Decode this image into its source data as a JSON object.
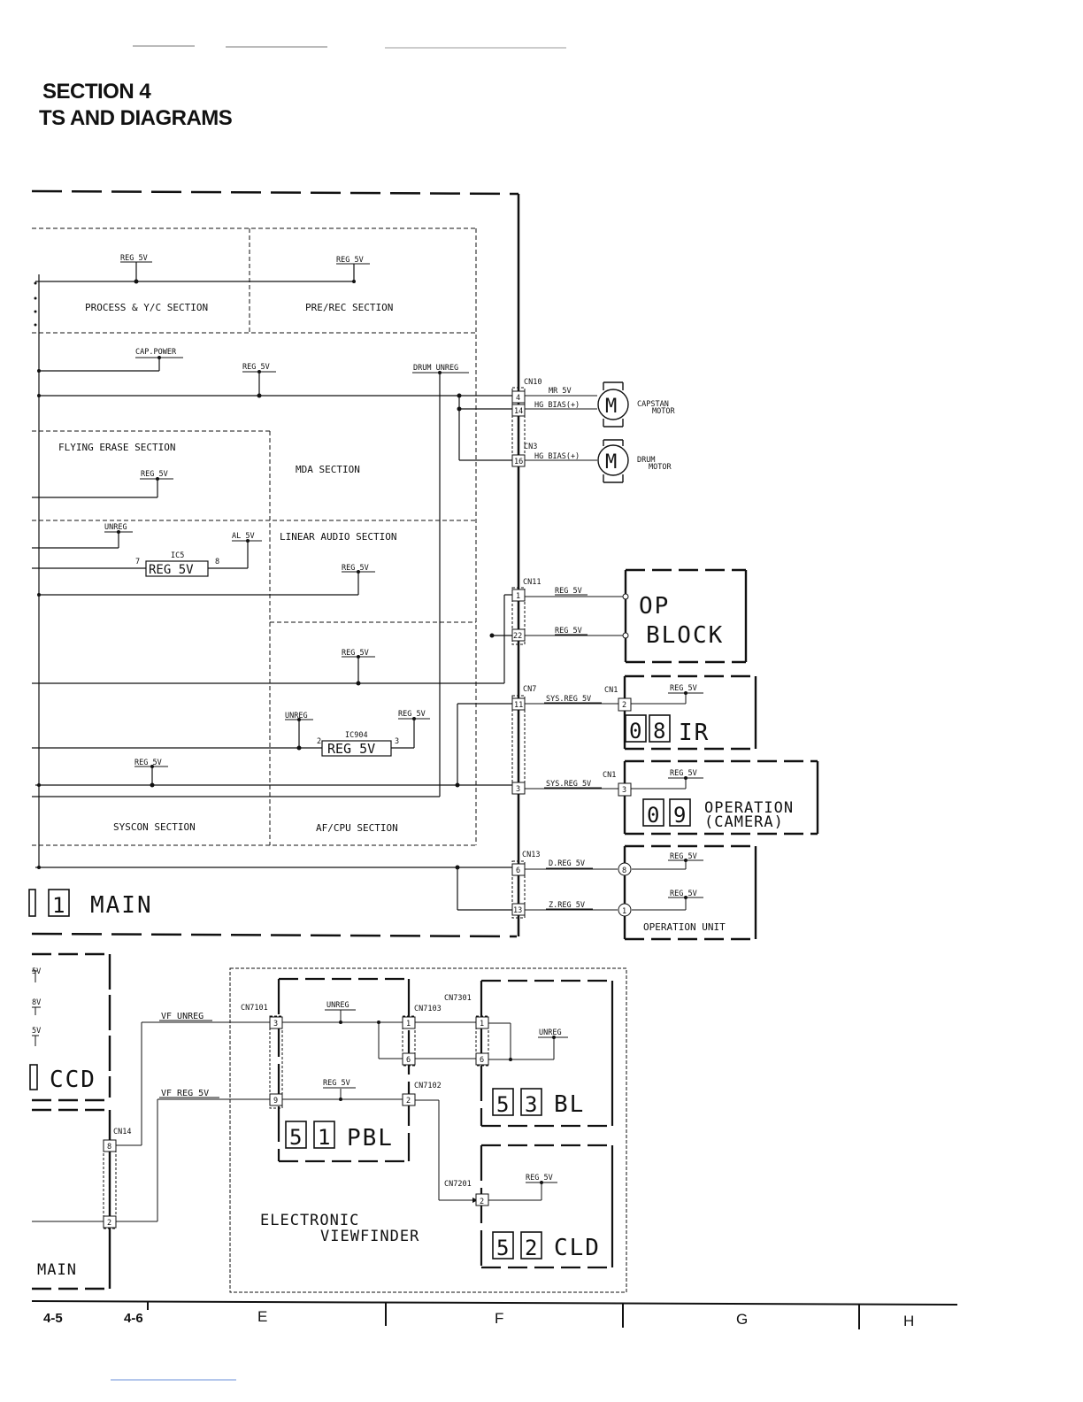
{
  "header": {
    "line1": "SECTION 4",
    "line2": "TS AND DIAGRAMS"
  },
  "sections": {
    "process": "PROCESS & Y/C SECTION",
    "prerec": "PRE/REC SECTION",
    "flying": "FLYING ERASE SECTION",
    "mda": "MDA SECTION",
    "linear": "LINEAR AUDIO SECTION",
    "syscon": "SYSCON SECTION",
    "afcpu": "AF/CPU SECTION"
  },
  "nets": {
    "reg5v": "REG 5V",
    "cap_power": "CAP.POWER",
    "drum_unreg": "DRUM UNREG",
    "unreg": "UNREG",
    "al5v": "AL 5V",
    "mr5v": "MR 5V",
    "hg_bias": "HG BIAS(+)",
    "sys_reg5v": "SYS.REG 5V",
    "d_reg5v": "D.REG 5V",
    "z_reg5v": "Z.REG 5V",
    "vf_unreg": "VF UNREG",
    "vf_reg5v": "VF REG 5V"
  },
  "ics": {
    "ic5": "IC5",
    "ic904": "IC904",
    "reg_box": "REG 5V"
  },
  "connectors": {
    "cn10": "CN10",
    "cn3": "CN3",
    "cn11": "CN11",
    "cn7": "CN7",
    "cn1": "CN1",
    "cn13": "CN13",
    "cn14": "CN14",
    "cn7101": "CN7101",
    "cn7103": "CN7103",
    "cn7301": "CN7301",
    "cn7102": "CN7102",
    "cn7201": "CN7201"
  },
  "pins": {
    "p4": "4",
    "p14": "14",
    "p16": "16",
    "p1": "1",
    "p22": "22",
    "p11": "11",
    "p3": "3",
    "p2": "2",
    "p6": "6",
    "p13": "13",
    "p8": "8",
    "p7": "7",
    "p9": "9"
  },
  "motors": {
    "m": "M",
    "capstan1": "CAPSTAN",
    "capstan2": "MOTOR",
    "drum1": "DRUM",
    "drum2": "MOTOR"
  },
  "blocks": {
    "op1": "OP",
    "op2": "BLOCK",
    "ir_n1": "0",
    "ir_n2": "8",
    "ir": "IR",
    "oper_n1": "0",
    "oper_n2": "9",
    "oper1": "OPERATION",
    "oper2": "(CAMERA)",
    "opunit": "OPERATION UNIT",
    "main_n": "1",
    "main": "MAIN",
    "ccd": "CCD",
    "main2": "MAIN",
    "pbl_n1": "5",
    "pbl_n2": "1",
    "pbl": "PBL",
    "bl_n1": "5",
    "bl_n2": "3",
    "bl": "BL",
    "cld_n1": "5",
    "cld_n2": "2",
    "cld": "CLD",
    "evf1": "ELECTRONIC",
    "evf2": "VIEWFINDER"
  },
  "partial": {
    "a": "5V",
    "b": "8V",
    "c": "5V"
  },
  "footer": {
    "p45": "4-5",
    "p46": "4-6",
    "e": "E",
    "f": "F",
    "g": "G",
    "h": "H"
  }
}
